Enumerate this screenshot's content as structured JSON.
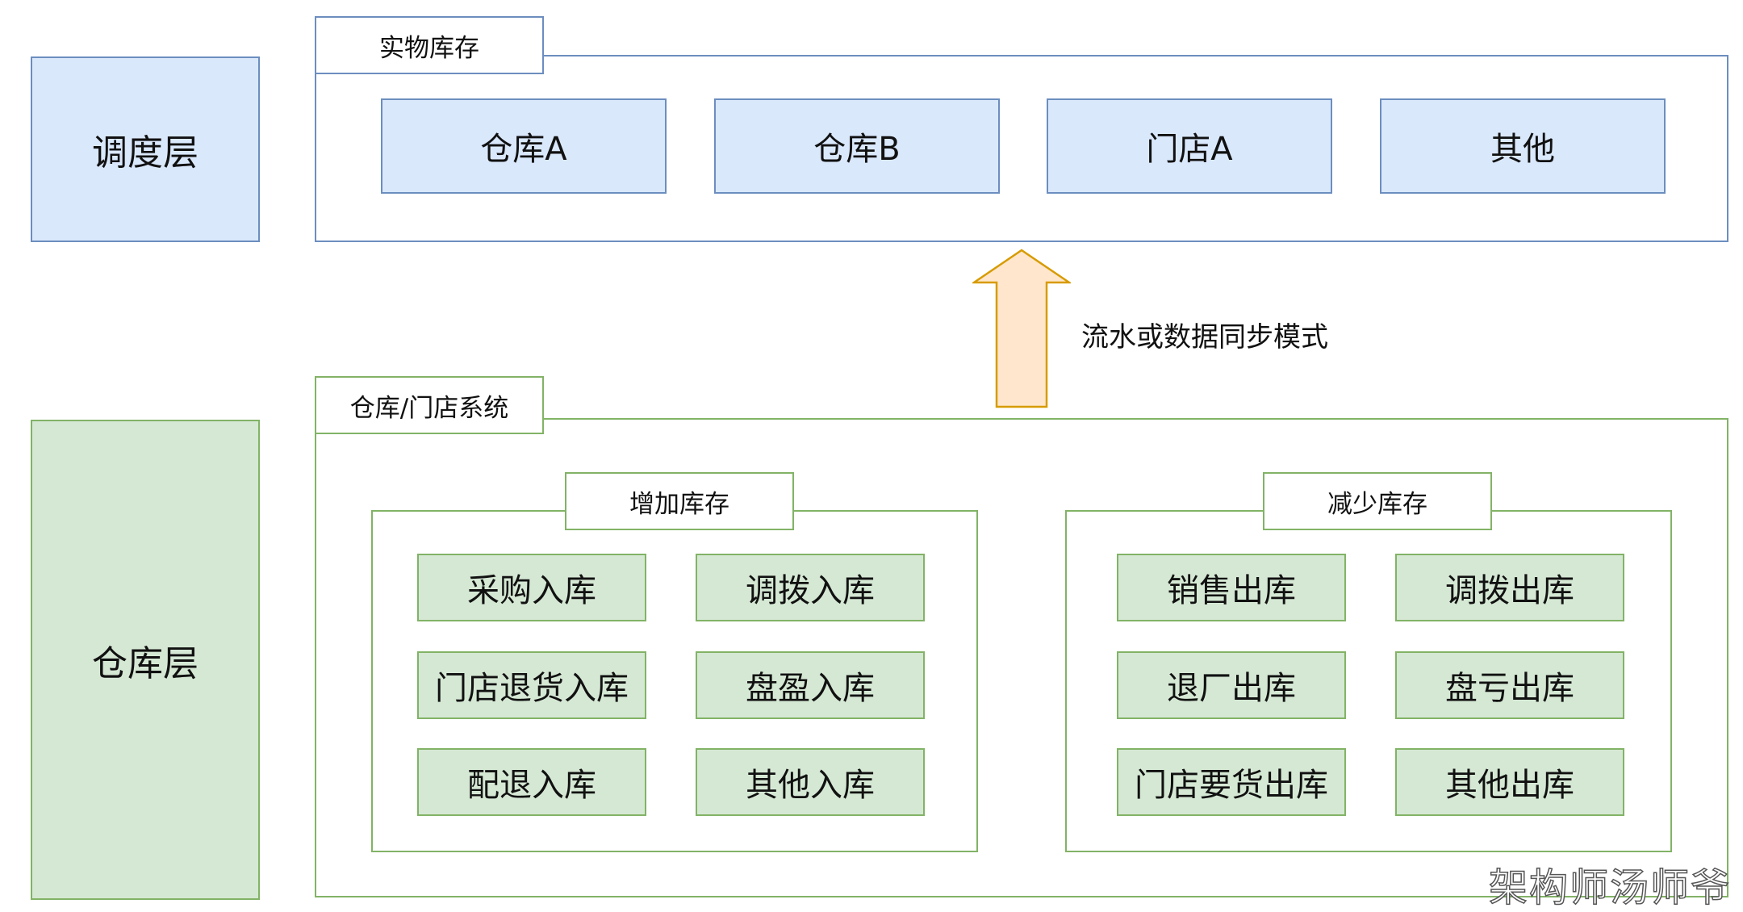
{
  "layers": {
    "dispatch": "调度层",
    "warehouse": "仓库层"
  },
  "physical_inventory": {
    "title": "实物库存",
    "items": [
      "仓库A",
      "仓库B",
      "门店A",
      "其他"
    ]
  },
  "flow_label": "流水或数据同步模式",
  "warehouse_system": {
    "title": "仓库/门店系统",
    "increase": {
      "title": "增加库存",
      "items": [
        "采购入库",
        "调拨入库",
        "门店退货入库",
        "盘盈入库",
        "配退入库",
        "其他入库"
      ]
    },
    "decrease": {
      "title": "减少库存",
      "items": [
        "销售出库",
        "调拨出库",
        "退厂出库",
        "盘亏出库",
        "门店要货出库",
        "其他出库"
      ]
    }
  },
  "watermark": "架构师汤师爷",
  "colors": {
    "blue_fill": "#dae8fc",
    "blue_stroke": "#6c8ebf",
    "green_fill": "#d5e8d4",
    "green_stroke": "#82b366",
    "arrow_fill": "#ffe6cc",
    "arrow_stroke": "#d79b00"
  }
}
